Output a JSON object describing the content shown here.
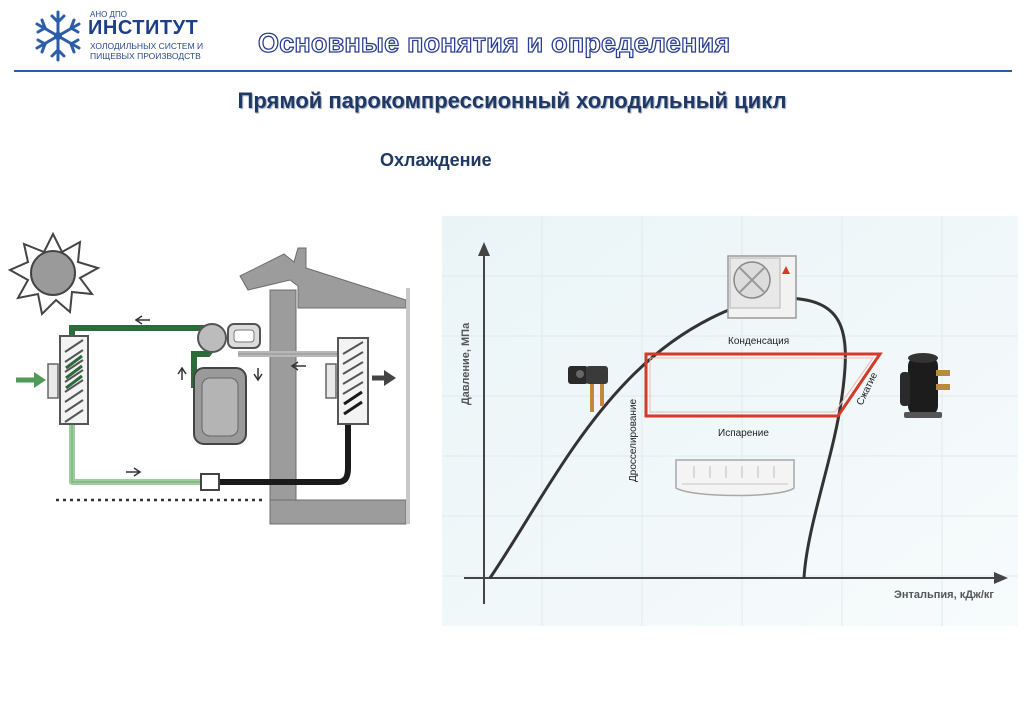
{
  "logo": {
    "org_top": "АНО ДПО",
    "org_main": "ИНСТИТУТ",
    "org_sub1": "ХОЛОДИЛЬНЫХ СИСТЕМ И",
    "org_sub2": "ПИЩЕВЫХ ПРОИЗВОДСТВ"
  },
  "header_title": "Основные понятия и определения",
  "main_title": "Прямой парокомпрессионный холодильный цикл",
  "subtitle": "Охлаждение",
  "diagram": {
    "y_axis_label": "Давление, МПа",
    "x_axis_label": "Энтальпия, кДж/кг",
    "stage_condensation": "Конденсация",
    "stage_compression": "Сжатие",
    "stage_evaporation": "Испарение",
    "stage_throttling": "Дросселирование",
    "colors": {
      "cycle_outline": "#d23a2a",
      "hot_line": "#2c6b3a",
      "liquid_line": "#9ccd9c",
      "cold_line": "#1a1a1a",
      "suction_line": "#b8b8b8",
      "accent_blue": "#2b5ea7"
    }
  }
}
